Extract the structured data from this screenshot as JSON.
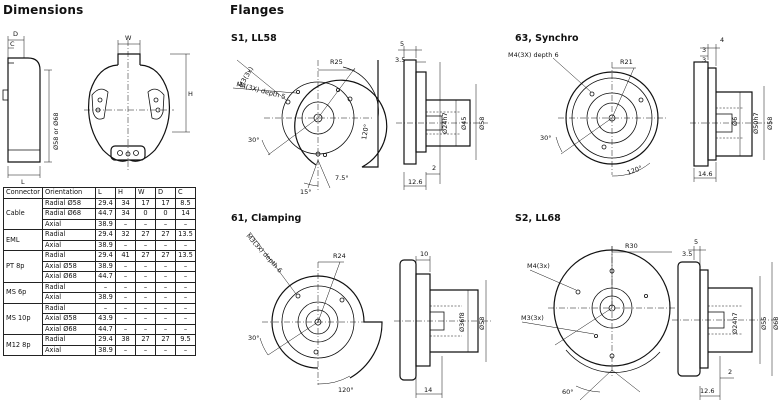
{
  "headings": {
    "dimensions": "Dimensions",
    "flanges": "Flanges"
  },
  "flange_titles": {
    "f1": "S1, LL58",
    "f2": "63, Synchro",
    "f3": "61, Clamping",
    "f4": "S2, LL68"
  },
  "dims_labels": {
    "d": "D",
    "w": "W",
    "h": "H",
    "l": "L",
    "c": "C",
    "dia": "Ø58 or Ø68"
  },
  "table": {
    "headers": [
      "Connector",
      "Orientation",
      "L",
      "H",
      "W",
      "D",
      "C"
    ],
    "rows": [
      {
        "connector": "Cable",
        "orientation": "Radial  Ø58",
        "L": "29.4",
        "H": "34",
        "W": "17",
        "D": "17",
        "C": "8.5"
      },
      {
        "connector": "",
        "orientation": "Radial  Ø68",
        "L": "44.7",
        "H": "34",
        "W": "0",
        "D": "0",
        "C": "14"
      },
      {
        "connector": "",
        "orientation": "Axial",
        "L": "38.9",
        "H": "–",
        "W": "–",
        "D": "–",
        "C": "–"
      },
      {
        "connector": "EML",
        "orientation": "Radial",
        "L": "29.4",
        "H": "32",
        "W": "27",
        "D": "27",
        "C": "13.5"
      },
      {
        "connector": "",
        "orientation": "Axial",
        "L": "38.9",
        "H": "–",
        "W": "–",
        "D": "–",
        "C": "–"
      },
      {
        "connector": "PT 8p",
        "orientation": "Radial",
        "L": "29.4",
        "H": "41",
        "W": "27",
        "D": "27",
        "C": "13.5"
      },
      {
        "connector": "",
        "orientation": "Axial  Ø58",
        "L": "38.9",
        "H": "–",
        "W": "–",
        "D": "–",
        "C": "–"
      },
      {
        "connector": "",
        "orientation": "Axial  Ø68",
        "L": "44.7",
        "H": "–",
        "W": "–",
        "D": "–",
        "C": "–"
      },
      {
        "connector": "MS 6p",
        "orientation": "Radial",
        "L": "–",
        "H": "–",
        "W": "–",
        "D": "–",
        "C": "–"
      },
      {
        "connector": "",
        "orientation": "Axial",
        "L": "38.9",
        "H": "–",
        "W": "–",
        "D": "–",
        "C": "–"
      },
      {
        "connector": "MS 10p",
        "orientation": "Radial",
        "L": "–",
        "H": "–",
        "W": "–",
        "D": "–",
        "C": "–"
      },
      {
        "connector": "",
        "orientation": "Axial  Ø58",
        "L": "43.9",
        "H": "–",
        "W": "–",
        "D": "–",
        "C": "–"
      },
      {
        "connector": "",
        "orientation": "Axial  Ø68",
        "L": "44.7",
        "H": "–",
        "W": "–",
        "D": "–",
        "C": "–"
      },
      {
        "connector": "M12 8p",
        "orientation": "Radial",
        "L": "29.4",
        "H": "38",
        "W": "27",
        "D": "27",
        "C": "9.5"
      },
      {
        "connector": "",
        "orientation": "Axial",
        "L": "38.9",
        "H": "–",
        "W": "–",
        "D": "–",
        "C": "–"
      }
    ]
  },
  "f1_labels": {
    "hole": "M3(3x)",
    "tap": "M4(3X) depth 5",
    "r": "R25",
    "a30": "30°",
    "a120": "120°",
    "a15": "15°",
    "a75": "7.5°",
    "d5": "5",
    "d35": "3.5",
    "dia24": "Ø24h7",
    "dia45": "Ø45",
    "dia58": "Ø58",
    "w126": "12.6",
    "w2": "2"
  },
  "f2_labels": {
    "tap": "M4(3X) depth 6",
    "r": "R21",
    "a30": "30°",
    "a120": "120°",
    "d4": "4",
    "d3a": "3",
    "d3b": "3",
    "dia6": "Ø6",
    "dia50": "Ø50h7",
    "dia58": "Ø58",
    "w146": "14.6"
  },
  "f3_labels": {
    "tap": "M3(3x) depth 6",
    "r": "R24",
    "a30": "30°",
    "a120": "120°",
    "d10": "10",
    "dia36": "Ø36f8",
    "dia58": "Ø58",
    "w14": "14"
  },
  "f4_labels": {
    "hole": "M4(3x)",
    "hole2": "M3(3x)",
    "r": "R30",
    "a60": "60°",
    "d5": "5",
    "d35": "3.5",
    "dia24": "Ø24h7",
    "dia55": "Ø55",
    "dia68": "Ø68",
    "w126": "12.6",
    "w2": "2"
  }
}
